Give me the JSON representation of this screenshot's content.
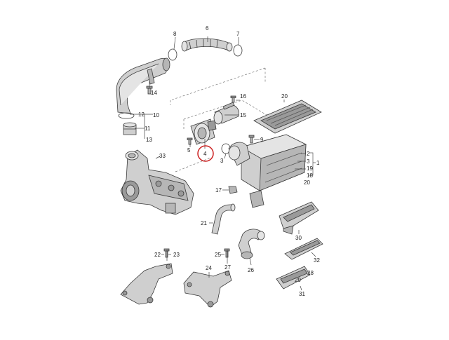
{
  "diagram": {
    "callouts": [
      "1",
      "2",
      "3",
      "4",
      "5",
      "6",
      "7",
      "8",
      "9",
      "10",
      "11",
      "12",
      "13",
      "14",
      "15",
      "16",
      "17",
      "18",
      "19",
      "20",
      "21",
      "22",
      "23",
      "24",
      "25",
      "26",
      "27",
      "28",
      "29",
      "30",
      "31",
      "32",
      "33"
    ],
    "highlight": {
      "callout": "4",
      "color": "#cc2222"
    },
    "colors": {
      "line": "#444444",
      "part_dark": "#7a7a7a",
      "part_mid": "#b6b6b6",
      "part_light": "#e4e4e4"
    }
  }
}
